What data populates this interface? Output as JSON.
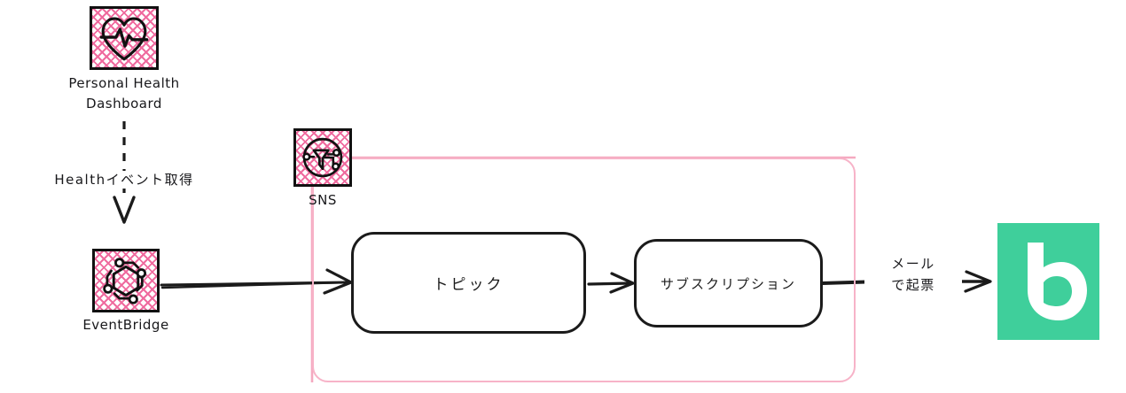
{
  "diagram": {
    "title": "AWS Health event notification flow",
    "background": "#ffffff"
  },
  "palette": {
    "hatch_pink": "#ef6a9e",
    "group_border_pink": "#f7b3c8",
    "connector_pink": "#f5a9c0",
    "ink_black": "#1b1b1b",
    "logo_green": "#3fcf9b",
    "logo_mark_white": "#ffffff"
  },
  "nodes": {
    "personal_health_dashboard": {
      "label_line1": "Personal Health",
      "label_line2": "Dashboard",
      "icon": "heart-pulse-icon"
    },
    "eventbridge": {
      "label": "EventBridge",
      "icon": "eventbridge-hexagon-icon"
    },
    "sns": {
      "label": "SNS",
      "icon": "sns-funnel-icon"
    },
    "topic": {
      "label": "トピック"
    },
    "subscription": {
      "label": "サブスクリプション"
    },
    "backlog": {
      "label": "b",
      "icon": "backlog-logo-icon"
    }
  },
  "edges": {
    "health_to_eventbridge": {
      "label": "Healthイベント取得",
      "style": "dashed",
      "direction": "down"
    },
    "eventbridge_to_topic": {
      "label": "",
      "style": "solid",
      "direction": "right"
    },
    "topic_to_subscription": {
      "label": "",
      "style": "solid",
      "direction": "right"
    },
    "subscription_to_backlog": {
      "label_line1": "メール",
      "label_line2": "で起票",
      "style": "solid",
      "direction": "right"
    }
  },
  "groups": {
    "sns_scope": {
      "label": "",
      "member_of": "SNS"
    }
  }
}
